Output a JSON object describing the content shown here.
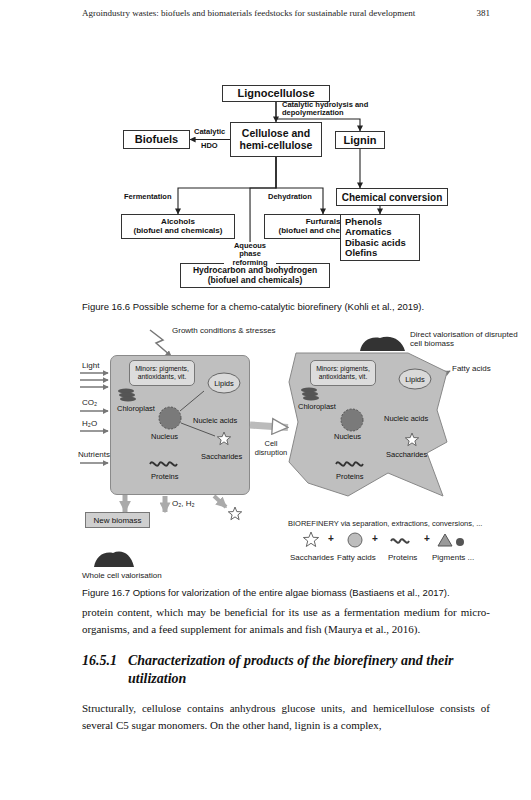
{
  "diagram": {
    "nodes": [
      {
        "text": [
          "Lignocellulose"
        ]
      },
      {
        "text": [
          "Biofuels"
        ]
      },
      {
        "text": [
          "Cellulose and hemi-cellulose"
        ]
      },
      {
        "text": [
          "Lignin"
        ]
      },
      {
        "text": [
          "Chemical conversion"
        ]
      },
      {
        "text": [
          "Alcohols",
          "(biofuel and chemicals)"
        ]
      },
      {
        "text": [
          "Furfurals",
          "(biofuel and chemicals)"
        ]
      },
      {
        "text": [
          "Phenols",
          "Aromatics",
          "Dibasic acids",
          "Olefins"
        ]
      },
      {
        "text": [
          "Hydrocarbon and biohydrogen",
          "(biofuel and chemicals)"
        ]
      },
      {
        "text": [
          "Chloroplast",
          "Nucleus",
          "Nucleic acids",
          "Proteins",
          "Saccharides"
        ]
      },
      {
        "text": [
          "Minors: pigments, antioxidants, vit."
        ],
        "in": 9
      },
      {
        "text": [
          "Lipids"
        ],
        "in": 9
      },
      {
        "text": [
          "New biomass"
        ]
      },
      {
        "text": [
          "Chloroplast",
          "Nucleus",
          "Nucleic acids",
          "Proteins",
          "Saccharides"
        ]
      },
      {
        "text": [
          "Minors: pigments, antioxidants, vit."
        ],
        "in": 13
      },
      {
        "text": [
          "Lipids"
        ],
        "in": 13
      }
    ],
    "edges": [
      {
        "from": 0,
        "to": 2,
        "arrow": "to",
        "label": "Catalytic hydrolysis and depolymerization"
      },
      {
        "from": 0,
        "to": 3,
        "arrow": "to"
      },
      {
        "from": 2,
        "to": 1,
        "arrow": "to",
        "label": "Catalytic"
      },
      {
        "from": 3,
        "to": 4,
        "arrow": "to"
      },
      {
        "from": 4,
        "to": 7,
        "arrow": "to"
      },
      {
        "from": 2,
        "to": 5,
        "arrow": "to",
        "label": "Fermentation"
      },
      {
        "from": 2,
        "to": 6,
        "arrow": "to",
        "label": "Dehydration"
      },
      {
        "from": 2,
        "to": 8,
        "arrow": "to",
        "label": "Aqueous phase reforming"
      },
      {
        "from": 9,
        "to": 12,
        "arrow": "to"
      },
      {
        "from": 9,
        "to": 13,
        "arrow": "to",
        "label": "Cell disruption"
      }
    ],
    "labels": [
      "Agroindustry wastes: biofuels and biomaterials feedstocks for sustainable rural development",
      "381",
      "HDO",
      "Figure 16.6 Possible scheme for a chemo-catalytic biorefinery (Kohli et al., 2019).",
      "Growth conditions & stresses",
      "Light",
      "CO₂",
      "H₂O",
      "Nutrients",
      "O₂, H₂",
      "Whole cell valorisation",
      "Direct valorisation of disrupted cell biomass",
      "Fatty acids",
      "BIOREFINERY via separation, extractions, conversions, ...",
      "Saccharides",
      "+",
      "Fatty acids",
      "+",
      "Proteins",
      "+",
      "Pigments ...",
      "Figure 16.7 Options for valorization of the entire algae biomass (Bastiaens et al., 2017).",
      "protein content, which may be beneficial for its use as a fermentation medium for micro-organisms, and a feed supplement for animals and fish (Maurya et al., 2016).",
      "16.5.1",
      "Characterization of products of the biorefinery and their utilization",
      "Structurally, cellulose contains anhydrous glucose units, and hemicellulose consists of several C5 sugar monomers. On the other hand, lignin is a complex,"
    ]
  }
}
